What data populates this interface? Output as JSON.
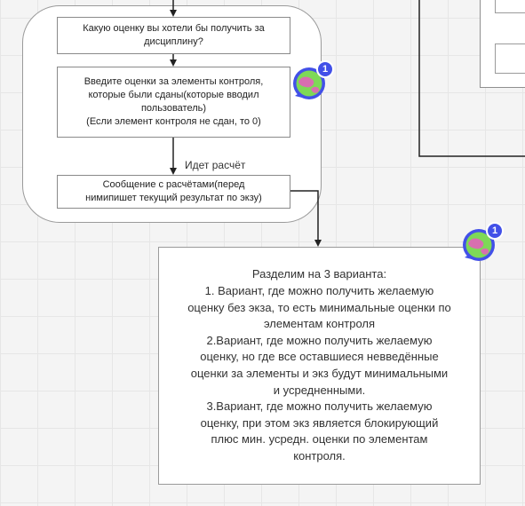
{
  "flow": {
    "step1": "Какую оценку вы хотели бы получить за\nдисциплину?",
    "step2": "Введите оценки за элементы контроля,\nкоторые были сданы(которые вводил\nпользователь)\n(Если элемент контроля не сдан, то 0)",
    "connector_label": "Идет расчёт",
    "step3": "Сообщение с расчётами(перед\nнимипишет текущий результат по экзу)"
  },
  "result": {
    "text": "Разделим на 3 варианта:\n1. Вариант, где можно получить желаемую\nоценку без экза, то есть минимальные оценки по\nэлементам контроля\n2.Вариант, где можно получить желаемую\nоценку, но где все оставшиеся невведённые\nоценки за элементы и экз будут минимальными\nи усредненными.\n3.Вариант, где можно получить желаемую\nоценку, при этом экз является блокирующий\nплюс мин. усредн. оценки по элементам\nконтроля."
  },
  "comments": [
    {
      "count": "1",
      "icon": "comment-avatar-icon"
    },
    {
      "count": "1",
      "icon": "comment-avatar-icon"
    }
  ],
  "colors": {
    "accent": "#4250e8",
    "avatar_green": "#7ed957",
    "avatar_pink": "#d86fb0"
  }
}
